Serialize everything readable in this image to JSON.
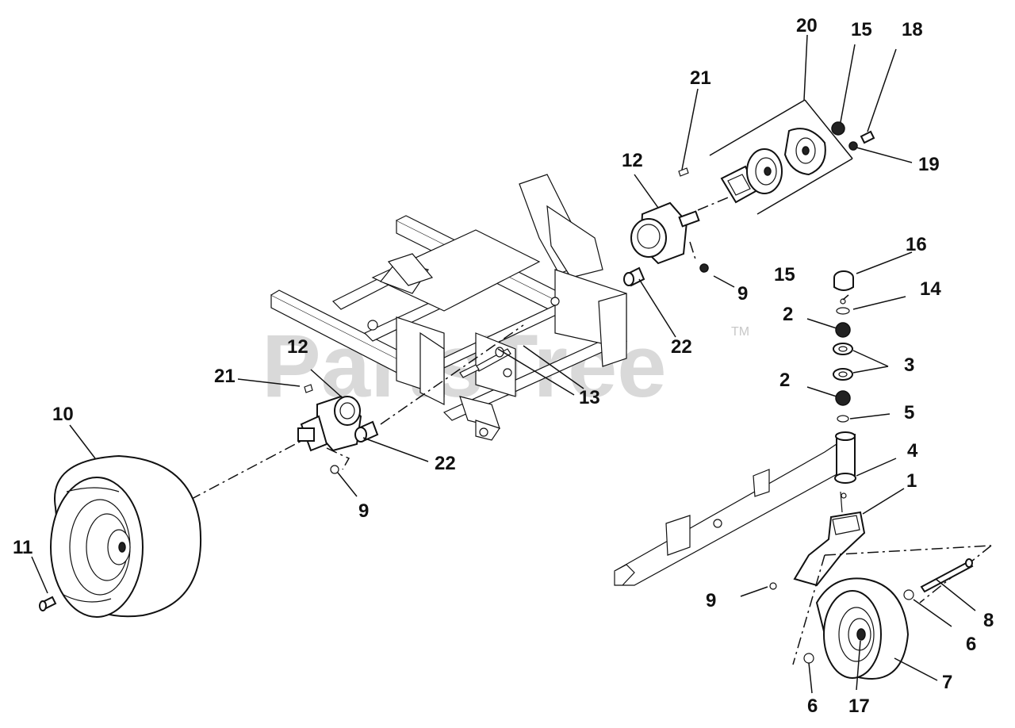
{
  "watermark": {
    "text": "PartsTree",
    "tm": "TM"
  },
  "callouts": {
    "c1": "1",
    "c2a": "2",
    "c2b": "2",
    "c3": "3",
    "c4": "4",
    "c5": "5",
    "c6a": "6",
    "c6b": "6",
    "c7": "7",
    "c8": "8",
    "c9a": "9",
    "c9b": "9",
    "c9c": "9",
    "c10": "10",
    "c11": "11",
    "c12a": "12",
    "c12b": "12",
    "c13": "13",
    "c14": "14",
    "c15a": "15",
    "c15b": "15",
    "c16": "16",
    "c17": "17",
    "c18": "18",
    "c19": "19",
    "c20": "20",
    "c21a": "21",
    "c21b": "21",
    "c22a": "22",
    "c22b": "22"
  }
}
